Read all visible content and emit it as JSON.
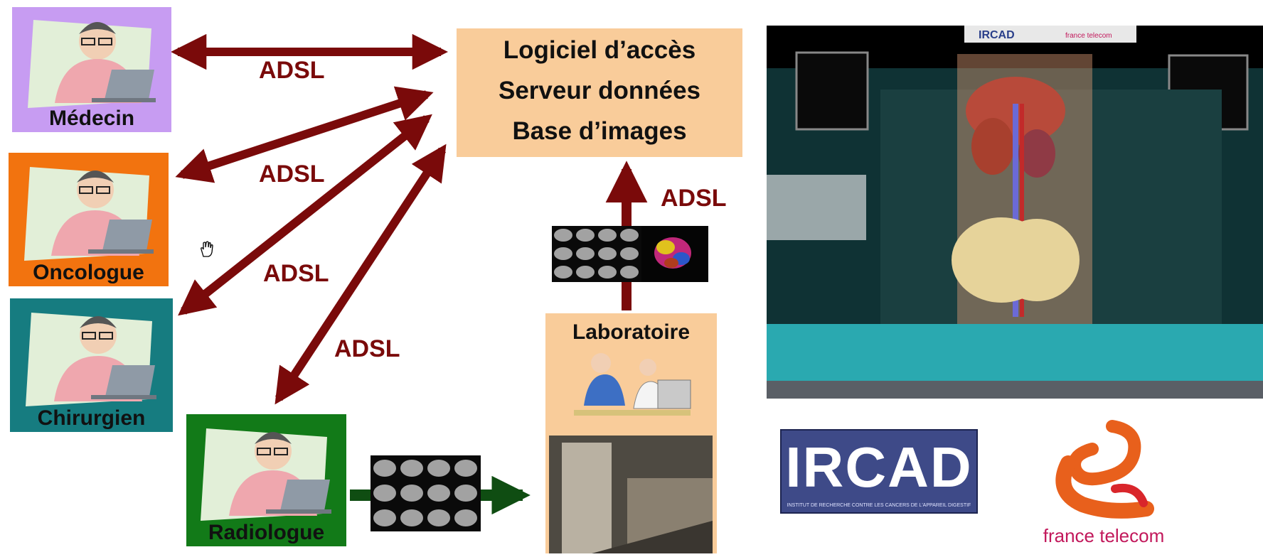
{
  "roles": [
    {
      "key": "medecin",
      "label": "Médecin",
      "color": "#c79cf2"
    },
    {
      "key": "oncologue",
      "label": "Oncologue",
      "color": "#f2730f"
    },
    {
      "key": "chirurgien",
      "label": "Chirurgien",
      "color": "#167c80"
    },
    {
      "key": "radiologue",
      "label": "Radiologue",
      "color": "#127a18"
    }
  ],
  "server": {
    "lines": [
      "Logiciel d’accès",
      "Serveur données",
      "Base d’images"
    ]
  },
  "links": {
    "adsl_1": "ADSL",
    "adsl_2": "ADSL",
    "adsl_3": "ADSL",
    "adsl_4": "ADSL",
    "adsl_5": "ADSL"
  },
  "laboratoire": {
    "label": "Laboratoire"
  },
  "vr_scene": {
    "banner_ircad": "IRCAD",
    "banner_partner": "france telecom"
  },
  "logos": {
    "ircad": "IRCAD",
    "ircad_subtitle": "INSTITUT DE RECHERCHE CONTRE LES CANCERS DE L'APPAREIL DIGESTIF",
    "france_telecom": "france telecom"
  },
  "colors": {
    "arrow": "#7a0a0a",
    "green_arrow": "#0f4d12",
    "server_bg": "#f9cc9a"
  }
}
